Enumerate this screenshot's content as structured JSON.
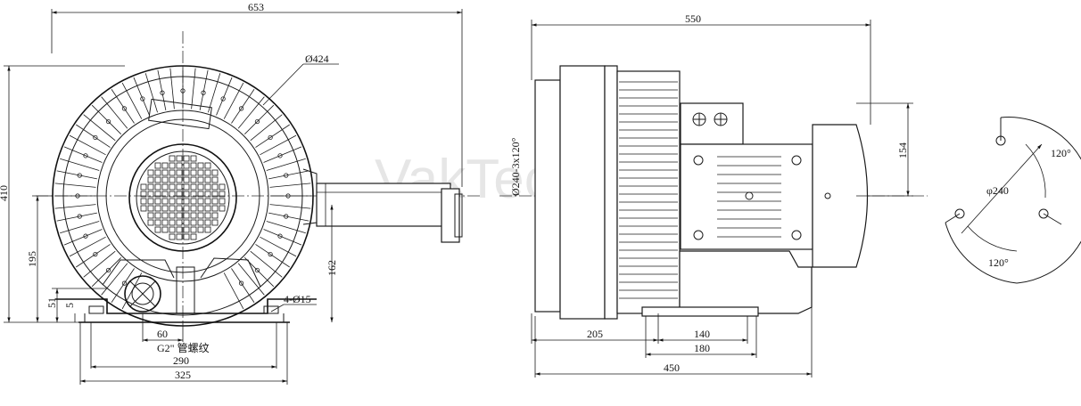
{
  "watermark": "VakTech",
  "front_view": {
    "dims": {
      "overall_width": "653",
      "impeller_dia": "Ø424",
      "height": "410",
      "center_height": "195",
      "foot_height": "51",
      "foot_thickness": "5",
      "outlet_height": "162",
      "mount_holes": "4-Ø15",
      "port_offset": "60",
      "port_thread": "G2\" 管螺纹",
      "foot_span": "290",
      "base_width": "325"
    }
  },
  "side_view": {
    "dims": {
      "overall_length": "550",
      "housing_dia": "Ø240-3x120°",
      "motor_height": "154",
      "inlet_offset": "205",
      "foot_inner": "140",
      "foot_outer": "180",
      "base_length": "450"
    }
  },
  "flange_detail": {
    "angle_top": "120°",
    "angle_bottom": "120°",
    "bolt_circle": "φ240"
  }
}
